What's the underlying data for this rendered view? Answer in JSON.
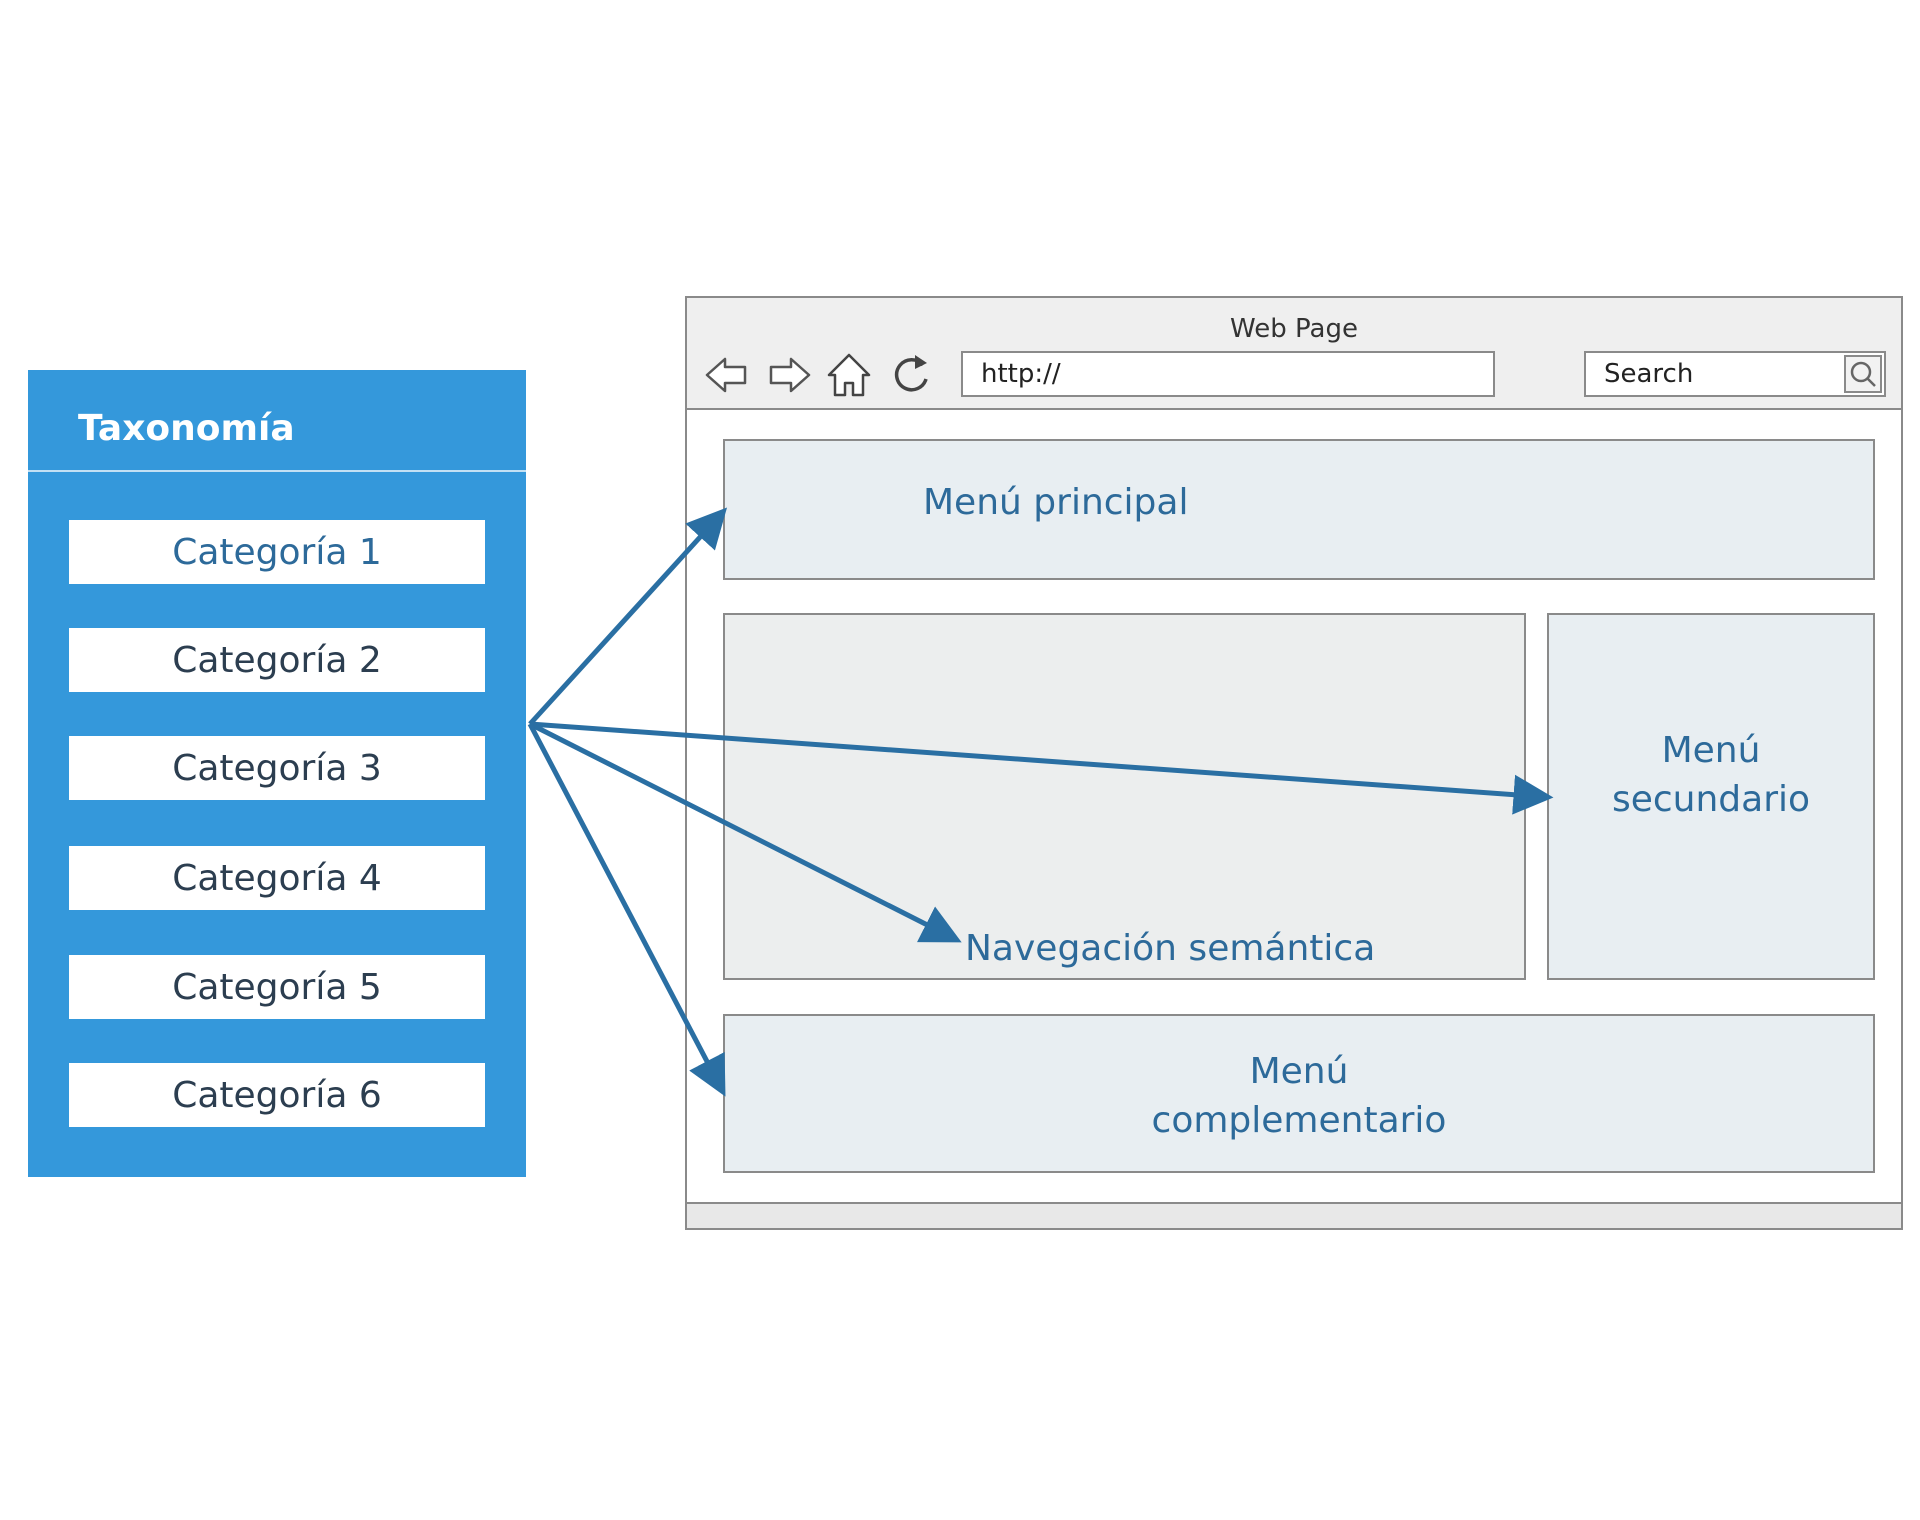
{
  "taxonomy": {
    "title": "Taxonomía",
    "categories": [
      "Categoría 1",
      "Categoría 2",
      "Categoría 3",
      "Categoría 4",
      "Categoría 5",
      "Categoría 6"
    ]
  },
  "browser": {
    "title": "Web Page",
    "url": "http://",
    "search_label": "Search",
    "nav_icons": [
      "back-arrow-icon",
      "forward-arrow-icon",
      "home-icon",
      "refresh-icon"
    ]
  },
  "regions": {
    "menu_principal": "Menú principal",
    "menu_secundario_line1": "Menú",
    "menu_secundario_line2": "secundario",
    "navegacion_semantica": "Navegación semántica",
    "menu_complementario_line1": "Menú",
    "menu_complementario_line2": "complementario"
  },
  "colors": {
    "taxonomy_bg": "#3498db",
    "arrow": "#2a6fa3",
    "label_text": "#2d6a9a"
  }
}
